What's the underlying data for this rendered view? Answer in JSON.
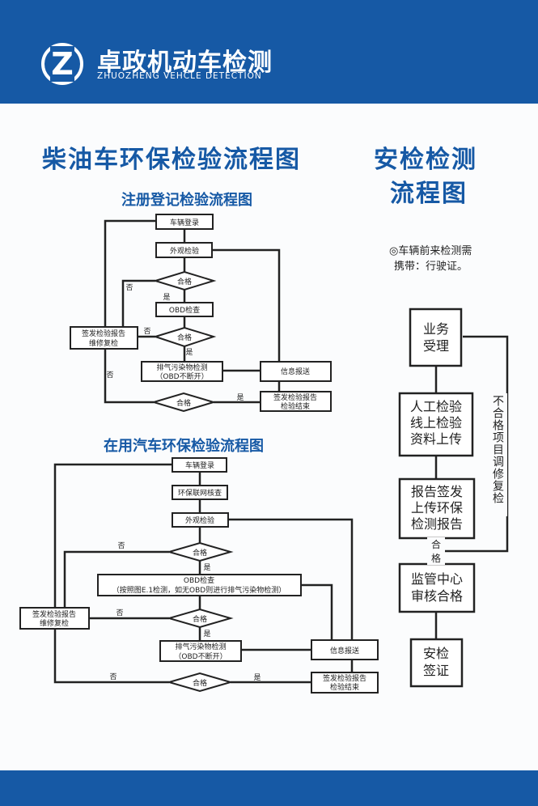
{
  "brand": {
    "name": "卓政机动车检测",
    "subtitle": "ZHUOZHENG VEHCLE DETECTION",
    "logo_letter": "Z"
  },
  "colors": {
    "primary_blue": "#1659a5",
    "line": "#222222",
    "background": "#fbfcfd"
  },
  "titles": {
    "diesel_main": "柴油车环保检验流程图",
    "safety_line1": "安检检测",
    "safety_line2": "流程图",
    "registration": "注册登记检验流程图",
    "in_use": "在用汽车环保检验流程图"
  },
  "registration_flow": {
    "vehicle_login": "车辆登录",
    "visual_check": "外观检验",
    "pass1": "合格",
    "yes1": "是",
    "no1": "否",
    "obd_check": "OBD检查",
    "pass2": "合格",
    "yes2": "是",
    "no2": "否",
    "report_repair_l1": "签发检验报告",
    "report_repair_l2": "维修复检",
    "emission_l1": "排气污染物检测",
    "emission_l2": "（OBD不断开）",
    "info_report": "信息报送",
    "pass3": "合格",
    "no3": "否",
    "yes3": "是",
    "report_end_l1": "签发检验报告",
    "report_end_l2": "检验结束"
  },
  "inuse_flow": {
    "vehicle_login": "车辆登录",
    "env_network": "环保联网核查",
    "visual_check": "外观检验",
    "pass1": "合格",
    "no1": "否",
    "yes1": "是",
    "obd_l1": "OBD检查",
    "obd_l2": "（按照图E.1检测，如无OBD则进行排气污染物检测）",
    "report_repair_l1": "签发检验报告",
    "report_repair_l2": "维修复检",
    "no2": "否",
    "pass2": "合格",
    "yes2": "是",
    "emission_l1": "排气污染物检测",
    "emission_l2": "（OBD不断开）",
    "info_report": "信息报送",
    "no3": "否",
    "pass3": "合格",
    "yes3": "是",
    "report_end_l1": "签发检验报告",
    "report_end_l2": "检验结束"
  },
  "safety_flow": {
    "note_l1": "◎车辆前来检测需",
    "note_l2": "携带：行驶证。",
    "step1_l1": "业务",
    "step1_l2": "受理",
    "step2_l1": "人工检验",
    "step2_l2": "线上检验",
    "step2_l3": "资料上传",
    "step3_l1": "报告签发",
    "step3_l2": "上传环保",
    "step3_l3": "检测报告",
    "pass_l1": "合",
    "pass_l2": "格",
    "step4_l1": "监管中心",
    "step4_l2": "审核合格",
    "step5_l1": "安检",
    "step5_l2": "签证",
    "fail_text": "不合格项目调修复检"
  }
}
